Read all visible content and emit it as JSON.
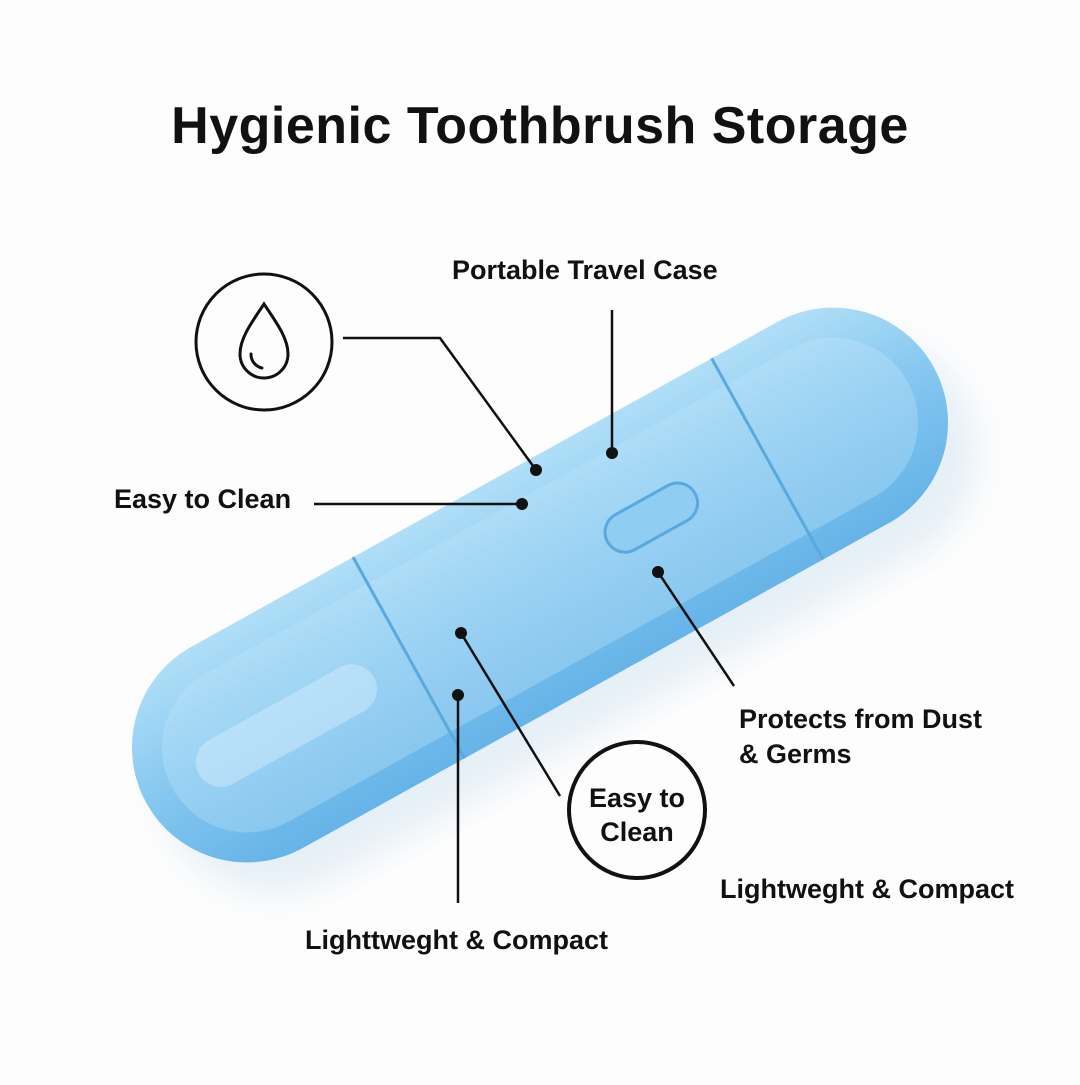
{
  "title": "Hygienic Toothbrush Storage",
  "product": {
    "name": "toothbrush travel case",
    "color": "#7cc3ef"
  },
  "callouts": {
    "portable": "Portable Travel Case",
    "easy_clean_left": "Easy to Clean",
    "protects_line1": "Protects from Dust",
    "protects_line2": "& Germs",
    "easy_clean_circle_line1": "Easy to",
    "easy_clean_circle_line2": "Clean",
    "lightweight_right": "Lightweght & Compact",
    "lightweight_bottom": "Lighttweght & Compact"
  },
  "icons": {
    "water_drop": "water-drop-icon"
  }
}
